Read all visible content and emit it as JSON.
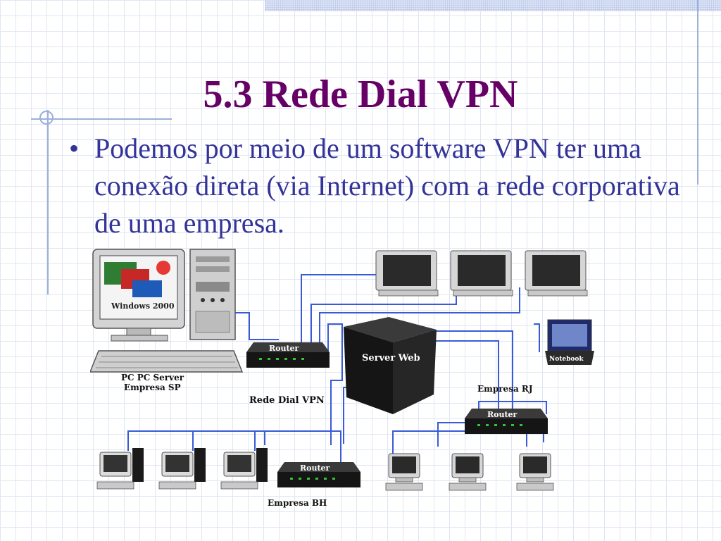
{
  "slide": {
    "title": "5.3  Rede Dial VPN",
    "bullet": "Podemos por meio de um software VPN ter uma conexão direta (via Internet) com a rede corporativa de uma empresa.",
    "bullet_marker": "•"
  },
  "diagram": {
    "screen_brand": "Windows 2000",
    "pc_label_1": "PC PC Server",
    "pc_label_2": "Empresa SP",
    "center_label": "Rede Dial VPN",
    "server_label": "Server Web",
    "notebook_label": "Notebook",
    "rj_label": "Empresa RJ",
    "bh_label": "Empresa BH",
    "router_label": "Router"
  },
  "colors": {
    "title": "#660066",
    "bullet": "#333399",
    "cable": "#3a5bd6",
    "grid": "#dfe6f2"
  }
}
